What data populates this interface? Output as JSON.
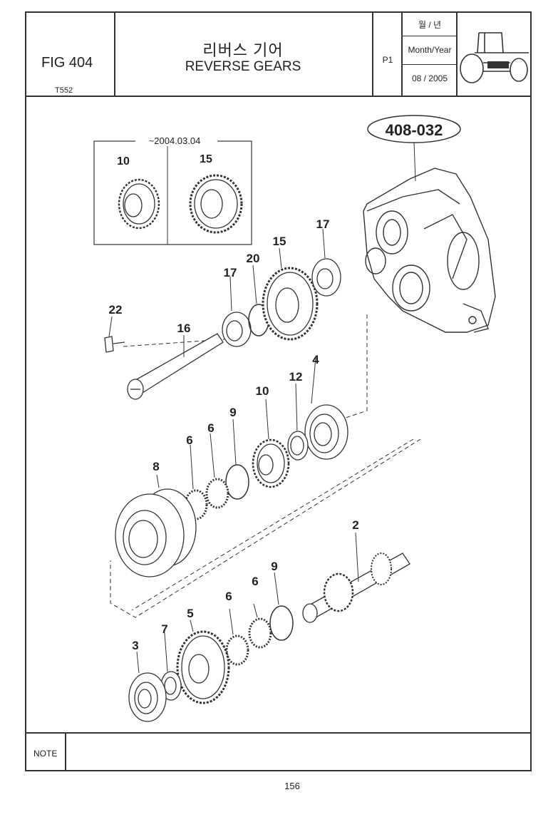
{
  "header": {
    "fig_label": "FIG 404",
    "model": "T552",
    "title_korean": "리버스 기어",
    "title_english": "REVERSE GEARS",
    "page_code": "P1",
    "date_label_korean": "월 / 년",
    "date_label_english": "Month/Year",
    "date_value": "08 / 2005"
  },
  "diagram": {
    "reference_callout": "408-032",
    "inset_date": "~2004.03.04",
    "inset_callouts": [
      "10",
      "15"
    ],
    "part_callouts": [
      "17",
      "20",
      "15",
      "17",
      "22",
      "16",
      "12",
      "4",
      "10",
      "9",
      "6",
      "6",
      "8",
      "2",
      "9",
      "6",
      "6",
      "5",
      "7",
      "3"
    ]
  },
  "footer": {
    "note_label": "NOTE",
    "page_number": "156"
  }
}
